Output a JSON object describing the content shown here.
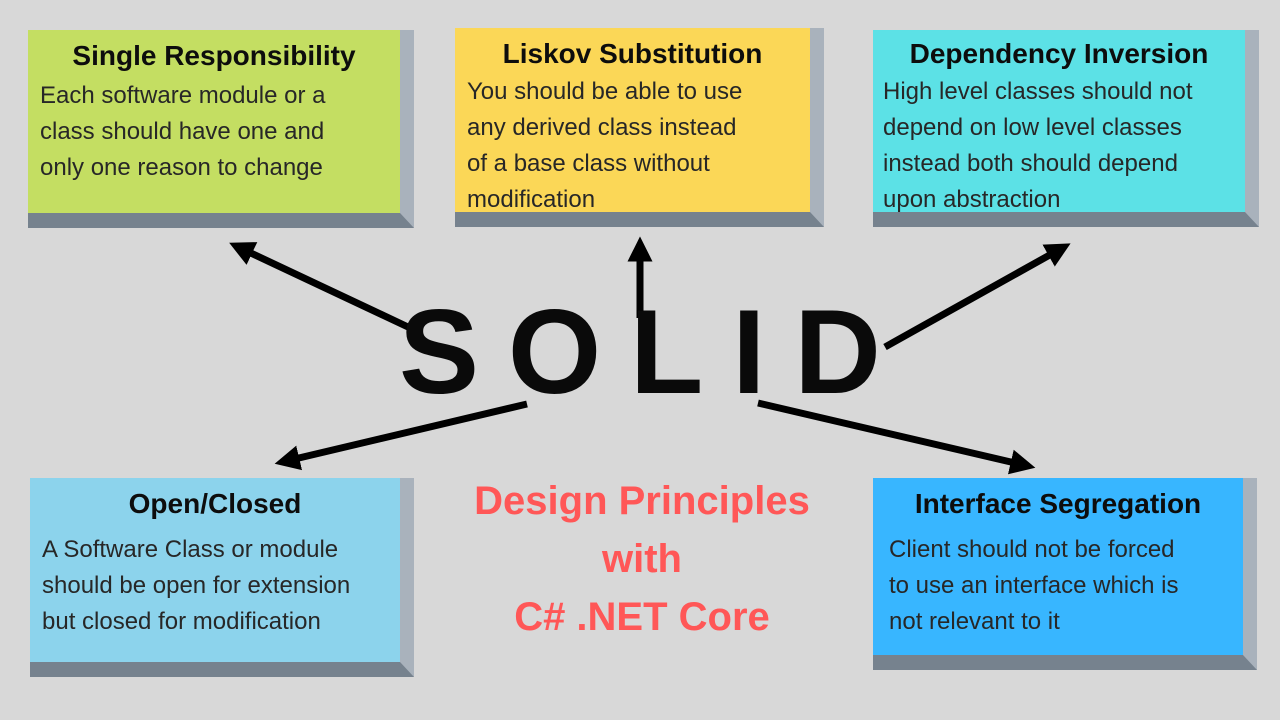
{
  "headline": "SOLID",
  "caption": {
    "text": "Design Principles\nwith\nC# .NET Core",
    "color": "#ff5757"
  },
  "notes": [
    {
      "id": "single-responsibility",
      "title": "Single Responsibility",
      "body": "Each software module or a\nclass should have one and\nonly one reason to change",
      "color": "#c4de62"
    },
    {
      "id": "liskov-substitution",
      "title": "Liskov Substitution",
      "body": "You should be able to use\nany derived class instead\nof a base class without\nmodification",
      "color": "#fbd757"
    },
    {
      "id": "dependency-inversion",
      "title": "Dependency Inversion",
      "body": "High level classes should not\ndepend on low level classes\ninstead both should depend\nupon abstraction",
      "color": "#5ce1e6"
    },
    {
      "id": "open-closed",
      "title": "Open/Closed",
      "body": "A Software Class or module\nshould be open for extension\nbut closed for modification",
      "color": "#8cd3ec"
    },
    {
      "id": "interface-segregation",
      "title": "Interface Segregation",
      "body": "Client should not be forced\nto use an interface which is\nnot relevant to it",
      "color": "#38b6ff"
    }
  ],
  "colors": {
    "background": "#d8d8d8",
    "shadow_bottom": "#76828e",
    "shadow_right": "#a9b2bc",
    "arrow": "#000000",
    "headline_text": "#0a0a0a",
    "note_title_text": "#0d0d0d",
    "note_body_text": "#272727"
  }
}
